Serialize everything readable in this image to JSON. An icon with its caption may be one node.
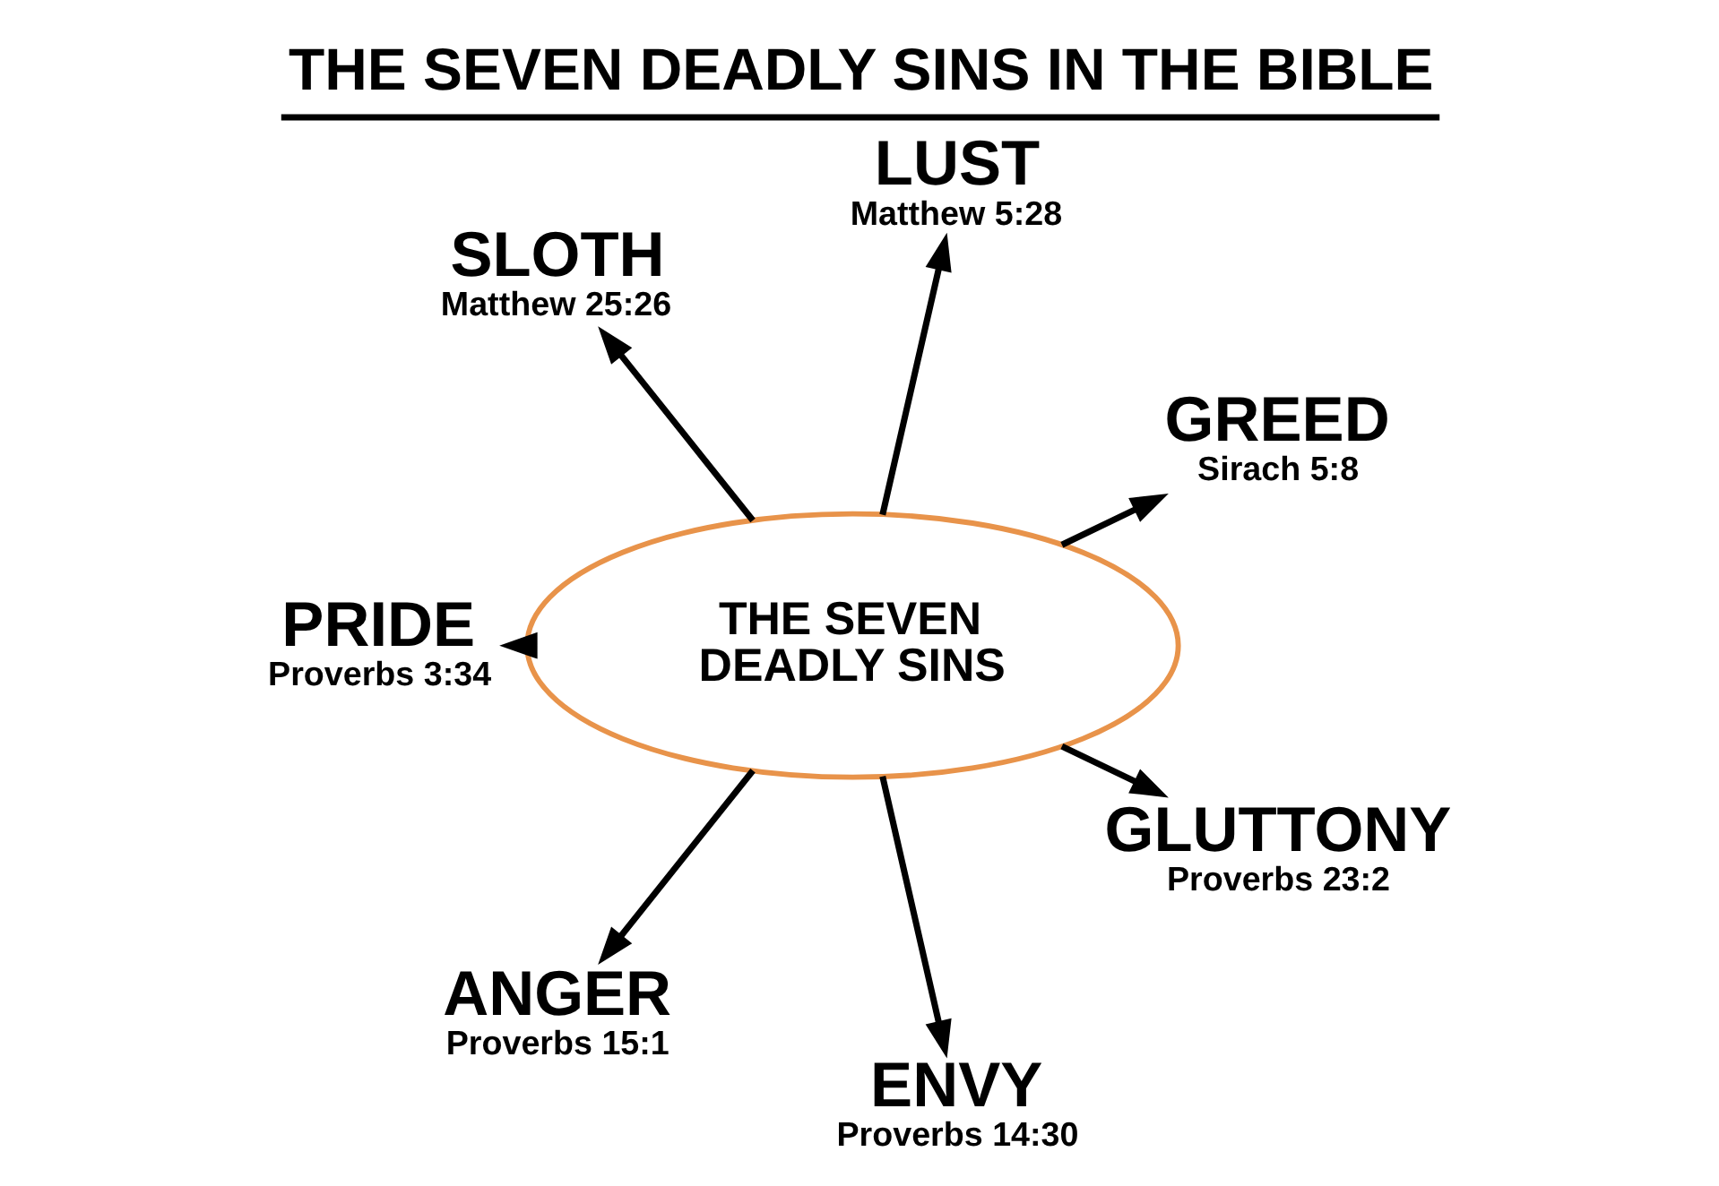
{
  "diagram": {
    "title": "THE SEVEN DEADLY SINS IN THE BIBLE",
    "nodes": [
      {
        "text": [
          "THE SEVEN DEADLY SINS"
        ]
      },
      {
        "text": [
          "SLOTH",
          "Matthew 25:26"
        ]
      },
      {
        "text": [
          "LUST",
          "Matthew 5:28"
        ]
      },
      {
        "text": [
          "PRIDE",
          "Proverbs 3:34"
        ]
      },
      {
        "text": [
          "GREED",
          "Sirach 5:8"
        ]
      },
      {
        "text": [
          "ANGER",
          "Proverbs 15:1"
        ]
      },
      {
        "text": [
          "ENVY",
          "Proverbs 14:30"
        ]
      },
      {
        "text": [
          "GLUTTONY",
          "Proverbs 23:2"
        ]
      }
    ],
    "edges": [
      {
        "from": 0,
        "to": 1,
        "arrow": "to"
      },
      {
        "from": 0,
        "to": 2,
        "arrow": "to"
      },
      {
        "from": 0,
        "to": 3,
        "arrow": "to"
      },
      {
        "from": 0,
        "to": 4,
        "arrow": "to"
      },
      {
        "from": 0,
        "to": 5,
        "arrow": "to"
      },
      {
        "from": 0,
        "to": 6,
        "arrow": "to"
      },
      {
        "from": 0,
        "to": 7,
        "arrow": "to"
      }
    ]
  }
}
